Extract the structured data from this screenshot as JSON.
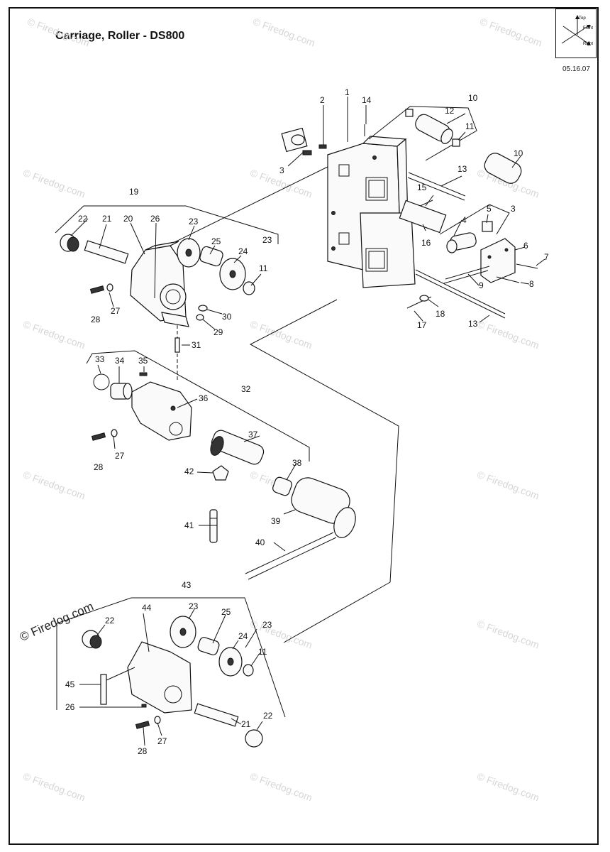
{
  "title": "Carriage, Roller - DS800",
  "date": "05.16.07",
  "orientation": {
    "top": "Top",
    "front": "Front",
    "right": "Right"
  },
  "copyright": "© Firedog.com",
  "watermark": "© Firedog.com",
  "callouts": {
    "c1": "1",
    "c2": "2",
    "c3a": "3",
    "c3b": "3",
    "c4": "4",
    "c5": "5",
    "c6": "6",
    "c7": "7",
    "c8": "8",
    "c9": "9",
    "c10a": "10",
    "c10b": "10",
    "c11a": "11",
    "c11b": "11",
    "c11c": "11",
    "c12": "12",
    "c13a": "13",
    "c13b": "13",
    "c14": "14",
    "c15": "15",
    "c16": "16",
    "c17": "17",
    "c18": "18",
    "c19": "19",
    "c20": "20",
    "c21a": "21",
    "c21b": "21",
    "c22a": "22",
    "c22b": "22",
    "c22c": "22",
    "c23a": "23",
    "c23b": "23",
    "c23c": "23",
    "c23d": "23",
    "c24a": "24",
    "c24b": "24",
    "c25a": "25",
    "c25b": "25",
    "c26a": "26",
    "c26b": "26",
    "c27a": "27",
    "c27b": "27",
    "c27c": "27",
    "c28a": "28",
    "c28b": "28",
    "c28c": "28",
    "c29": "29",
    "c30": "30",
    "c31": "31",
    "c32": "32",
    "c33": "33",
    "c34": "34",
    "c35": "35",
    "c36": "36",
    "c37": "37",
    "c38": "38",
    "c39": "39",
    "c40": "40",
    "c41": "41",
    "c42": "42",
    "c43": "43",
    "c44": "44",
    "c45": "45"
  }
}
